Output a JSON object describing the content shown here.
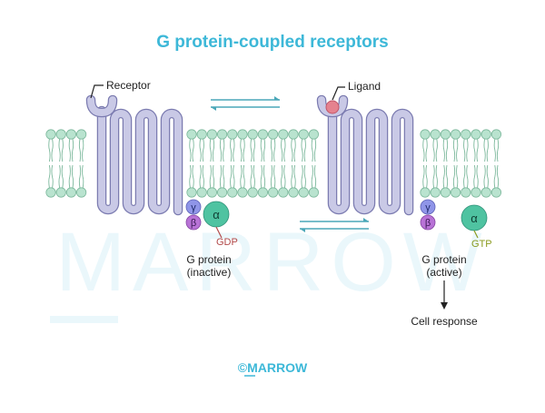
{
  "diagram": {
    "title": "G protein-coupled receptors",
    "labels": {
      "receptor": "Receptor",
      "ligand": "Ligand",
      "g_protein_left": "G protein",
      "g_protein_left_state": "(inactive)",
      "g_protein_right": "G protein",
      "g_protein_right_state": "(active)",
      "cell_response": "Cell response"
    },
    "subunits": {
      "alpha": "α",
      "beta": "β",
      "gamma": "γ",
      "gdp": "GDP",
      "gtp": "GTP"
    },
    "watermark": "MARROW",
    "footer_logo": "©MARROW"
  },
  "colors": {
    "title": "#3db8d8",
    "membrane_head": "#b9e3cf",
    "membrane_head_stroke": "#7cb89c",
    "receptor_fill": "#c9c9e6",
    "receptor_stroke": "#7b7bb0",
    "arrow": "#4aa7b8",
    "alpha_fill": "#4fc3a1",
    "beta_fill": "#b873d6",
    "gamma_fill": "#8f95e8",
    "gdp_text": "#b24a4a",
    "gtp_text": "#8a9a1e",
    "ligand_fill": "#e5828f",
    "watermark": "#eaf7fb",
    "footer": "#3db8d8"
  }
}
